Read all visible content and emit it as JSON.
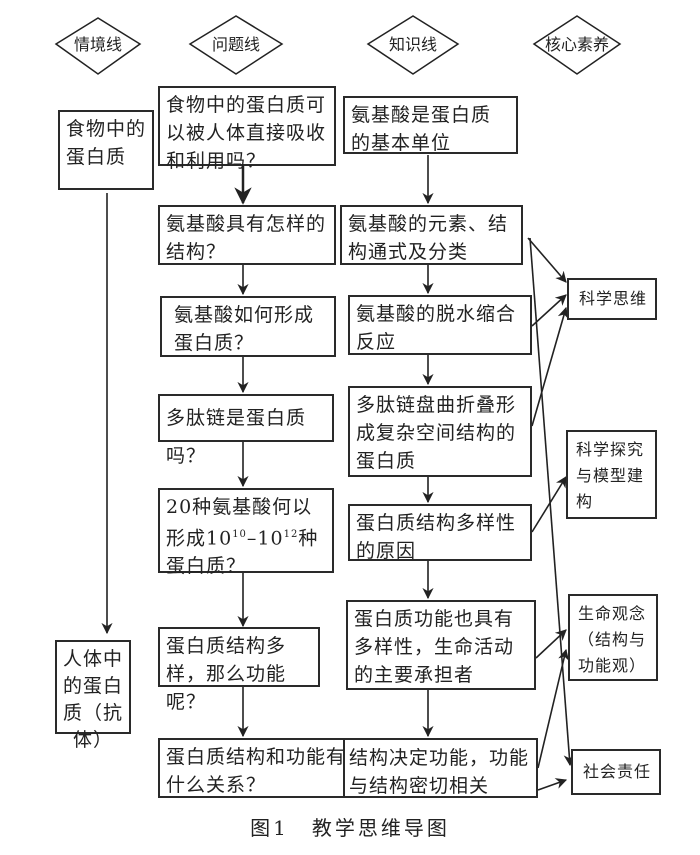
{
  "headers": [
    "情境线",
    "问题线",
    "知识线",
    "核心素养"
  ],
  "context_line": [
    "食物中的蛋白质",
    "人体中的蛋白质（抗体）"
  ],
  "question_line": [
    "食物中的蛋白质可以被人体直接吸收和利用吗？",
    "氨基酸具有怎样的结构？",
    "氨基酸如何形成蛋白质？",
    "多肽链是蛋白质吗？",
    "20种氨基酸何以形成10¹⁰–10¹²种蛋白质？",
    "蛋白质结构多样，那么功能呢？",
    "蛋白质结构和功能有什么关系？"
  ],
  "question_5_parts": {
    "pre": "20种氨基酸何以形成10",
    "sup1": "10",
    "mid": "–10",
    "sup2": "12",
    "post": "种蛋白质？"
  },
  "knowledge_line": [
    "氨基酸是蛋白质的基本单位",
    "氨基酸的元素、结构通式及分类",
    "氨基酸的脱水缩合反应",
    "多肽链盘曲折叠形成复杂空间结构的蛋白质",
    "蛋白质结构多样性的原因",
    "蛋白质功能也具有多样性，生命活动的主要承担者",
    "结构决定功能，功能与结构密切相关"
  ],
  "core_literacy": [
    "科学思维",
    "科学探究与模型建构",
    "生命观念（结构与功能观）",
    "社会责任"
  ],
  "caption": "图1　教学思维导图"
}
